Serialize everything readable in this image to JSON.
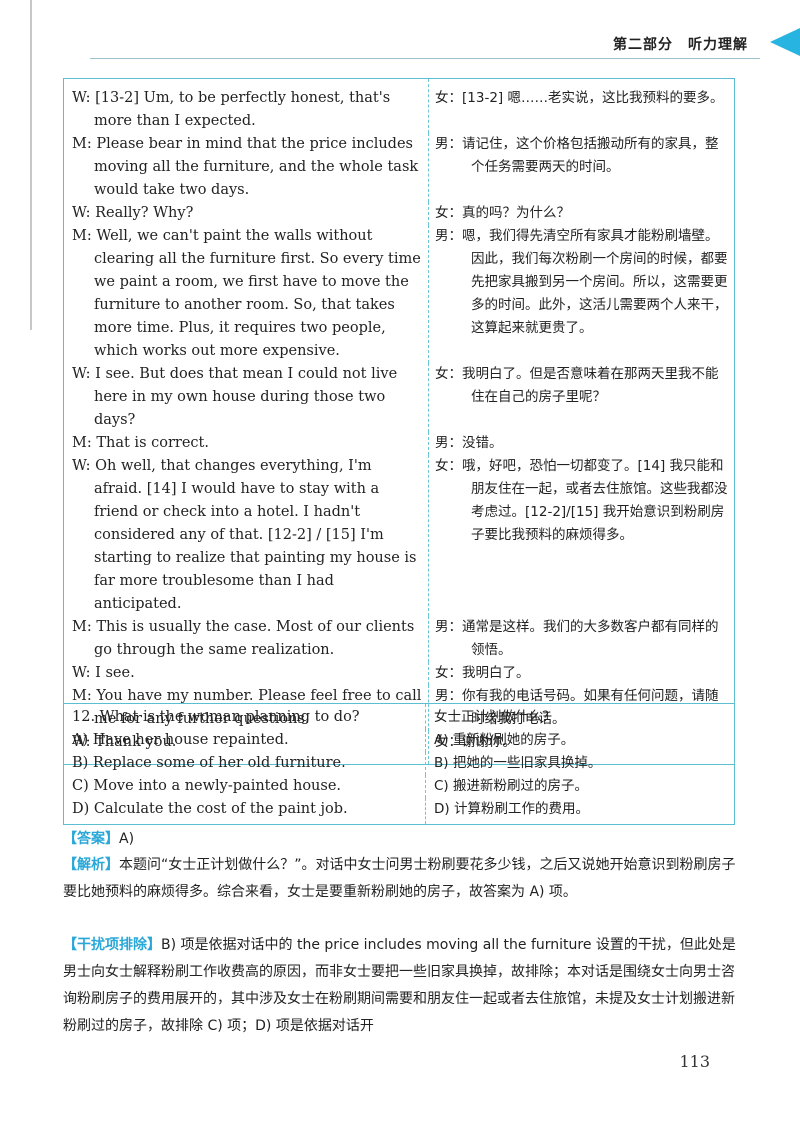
{
  "header": {
    "title": "第二部分　听力理解"
  },
  "dialogue": [
    {
      "en": "W: [13-2] Um, to be perfectly honest, that's more than I expected.",
      "zh": "女：[13-2] 嗯……老实说，这比我预料的要多。"
    },
    {
      "en": "M: Please bear in mind that the price includes moving all the furniture, and the whole task would take two days.",
      "zh": "男：请记住，这个价格包括搬动所有的家具，整个任务需要两天的时间。"
    },
    {
      "en": "W: Really? Why?",
      "zh": "女：真的吗？为什么？"
    },
    {
      "en": "M: Well, we can't paint the walls without clearing all the furniture first. So every time we paint a room, we first have to move the furniture to another room. So, that takes more time. Plus, it requires two people, which works out more expensive.",
      "zh": "男：嗯，我们得先清空所有家具才能粉刷墙壁。因此，我们每次粉刷一个房间的时候，都要先把家具搬到另一个房间。所以，这需要更多的时间。此外，这活儿需要两个人来干，这算起来就更贵了。"
    },
    {
      "en": "W: I see. But does that mean I could not live here in my own house during those two days?",
      "zh": "女：我明白了。但是否意味着在那两天里我不能住在自己的房子里呢？"
    },
    {
      "en": "M: That is correct.",
      "zh": "男：没错。"
    },
    {
      "en": "W: Oh well, that changes everything, I'm afraid. [14] I would have to stay with a friend or check into a hotel. I hadn't considered any of that. [12-2] / [15] I'm starting to realize that painting my house is far more troublesome than I had anticipated.",
      "zh": "女：哦，好吧，恐怕一切都变了。[14] 我只能和朋友住在一起，或者去住旅馆。这些我都没考虑过。[12-2]/[15] 我开始意识到粉刷房子要比我预料的麻烦得多。"
    },
    {
      "en": "M: This is usually the case. Most of our clients go through the same realization.",
      "zh": "男：通常是这样。我们的大多数客户都有同样的领悟。"
    },
    {
      "en": "W: I see.",
      "zh": "女：我明白了。"
    },
    {
      "en": "M: You have my number. Please feel free to call me for any further questions.",
      "zh": "男：你有我的电话号码。如果有任何问题，请随时给我打电话。"
    },
    {
      "en": "W: Thank you.",
      "zh": "女：谢谢你。"
    }
  ],
  "question": {
    "en": [
      "12. What is the woman planning to do?",
      "A) Have her house repainted.",
      "B) Replace some of her old furniture.",
      "C) Move into a newly-painted house.",
      "D) Calculate the cost of the paint job."
    ],
    "zh": [
      "女士正计划做什么？",
      "A) 重新粉刷她的房子。",
      "B) 把她的一些旧家具换掉。",
      "C) 搬进新粉刷过的房子。",
      "D) 计算粉刷工作的费用。"
    ]
  },
  "answer": {
    "tag": "【答案】",
    "text": "A)"
  },
  "analysis": {
    "tag": "【解析】",
    "text": "本题问“女士正计划做什么？”。对话中女士问男士粉刷要花多少钱，之后又说她开始意识到粉刷房子要比她预料的麻烦得多。综合来看，女士是要重新粉刷她的房子，故答案为 A) 项。"
  },
  "distractor": {
    "tag": "【干扰项排除】",
    "text": "B) 项是依据对话中的 the price includes moving all the furniture 设置的干扰，但此处是男士向女士解释粉刷工作收费高的原因，而非女士要把一些旧家具换掉，故排除；本对话是围绕女士向男士咨询粉刷房子的费用展开的，其中涉及女士在粉刷期间需要和朋友住一起或者去住旅馆，未提及女士计划搬进新粉刷过的房子，故排除 C) 项；D) 项是依据对话开"
  },
  "page_number": "113"
}
